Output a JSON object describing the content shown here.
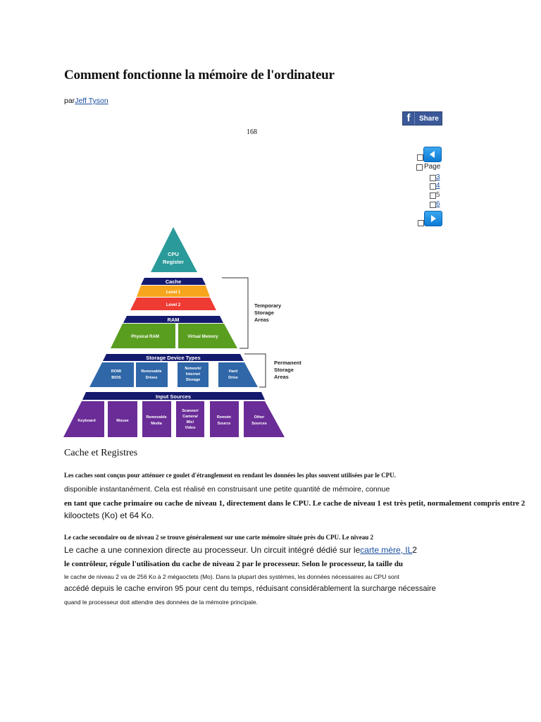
{
  "article": {
    "title": "Comment fonctionne la mémoire de l'ordinateur",
    "byline_prefix": "par",
    "author": "Jeff Tyson",
    "share_icon": "facebook-icon",
    "share_label": "Share",
    "share_count": "168"
  },
  "pagination": {
    "prev_icon": "arrow-left-icon",
    "next_icon": "arrow-right-icon",
    "page_label": "Page",
    "pages": [
      {
        "num": "3",
        "active": true
      },
      {
        "num": "4",
        "active": true
      },
      {
        "num": "5",
        "active": false
      },
      {
        "num": "6",
        "active": true
      }
    ]
  },
  "diagram": {
    "tiers": {
      "cpu": [
        "CPU",
        "Register"
      ],
      "cache": "Cache",
      "level1": "Level 1",
      "level2": "Level 2",
      "ram": "RAM",
      "physical_ram": "Physical RAM",
      "virtual_memory": "Virtual Memory",
      "storage": "Storage Device Types",
      "rom": [
        "ROM/",
        "BIOS"
      ],
      "removable_drives": [
        "Removable",
        "Drives"
      ],
      "network": [
        "Network/",
        "Internet",
        "Storage"
      ],
      "hard_drive": [
        "Hard",
        "Drive"
      ],
      "input": "Input Sources",
      "keyboard": "Keyboard",
      "mouse": "Mouse",
      "removable_media": [
        "Removable",
        "Media"
      ],
      "scanner": [
        "Scanner/",
        "Camera/",
        "Mic/",
        "Video"
      ],
      "remote_source": [
        "Remote",
        "Source"
      ],
      "other_sources": [
        "Other",
        "Sources"
      ]
    },
    "temporary": [
      "Temporary",
      "Storage",
      "Areas"
    ],
    "permanent": [
      "Permanent",
      "Storage",
      "Areas"
    ],
    "colors": {
      "cpu": "#2a9a9a",
      "navy": "#141a6e",
      "level1": "#f7a51c",
      "level2": "#ee3b34",
      "ram": "#5a9e20",
      "storage": "#2f67a8",
      "input": "#6a2c97"
    }
  },
  "section": {
    "heading": "Cache et Registres",
    "line1": "Les caches sont conçus pour atténuer ce goulet d'étranglement en rendant les données les plus souvent utilisées par le CPU.",
    "line2": "disponible instantanément. Cela est réalisé en construisant une petite quantité de mémoire, connue",
    "line3": "en tant que cache primaire ou cache de niveau 1, directement dans le CPU. Le cache de niveau 1 est très petit, normalement compris entre 2",
    "line4": "kilooctets (Ko) et 64 Ko.",
    "line5": "Le cache secondaire ou de niveau 2 se trouve généralement sur une carte mémoire située près du CPU. Le niveau 2",
    "line6a": "Le cache a une connexion directe au processeur. Un circuit intégré dédié sur le",
    "line6link": "carte mère, IL",
    "line6b": "2",
    "line7": "le contrôleur, régule l'utilisation du cache de niveau 2 par le processeur. Selon le processeur, la taille du",
    "line8": "le cache de niveau 2 va de 256 Ko à 2 mégaoctets (Mo). Dans la plupart des systèmes, les données nécessaires au CPU sont",
    "line9": "accédé depuis le cache environ 95 pour cent du temps, réduisant considérablement la surcharge nécessaire",
    "line10": "quand le processeur doit attendre des données de la mémoire principale."
  }
}
